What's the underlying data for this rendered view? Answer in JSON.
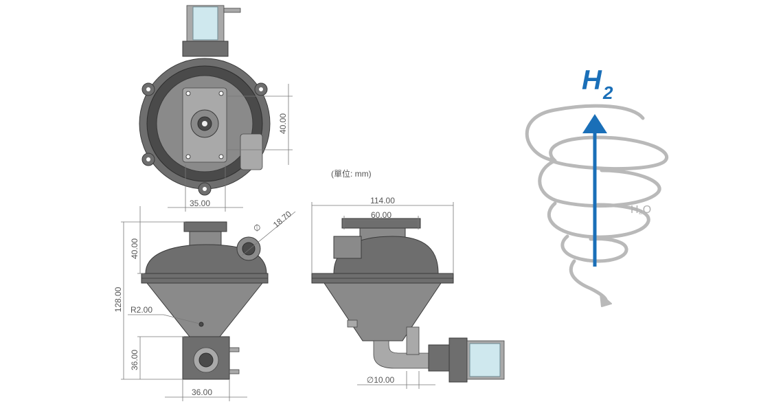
{
  "unit_note": "(單位: mm)",
  "top_view": {
    "dim_40": "40.00",
    "dim_35": "35.00"
  },
  "front_view": {
    "dim_40": "40.00",
    "dim_128": "128.00",
    "dim_36_vertical": "36.00",
    "dim_36_horizontal": "36.00",
    "radius_label": "R2.00",
    "diameter_symbol": "∅",
    "diameter_value": "18.70"
  },
  "side_view": {
    "dim_114": "114.00",
    "dim_60": "60.00",
    "diameter_label": "∅10.00"
  },
  "h2_graphic": {
    "h2_letter": "H",
    "h2_subscript": "2",
    "water_label": "H₂O",
    "arrow_color": "#1a6fb8",
    "coil_color": "#b9b9b9"
  }
}
